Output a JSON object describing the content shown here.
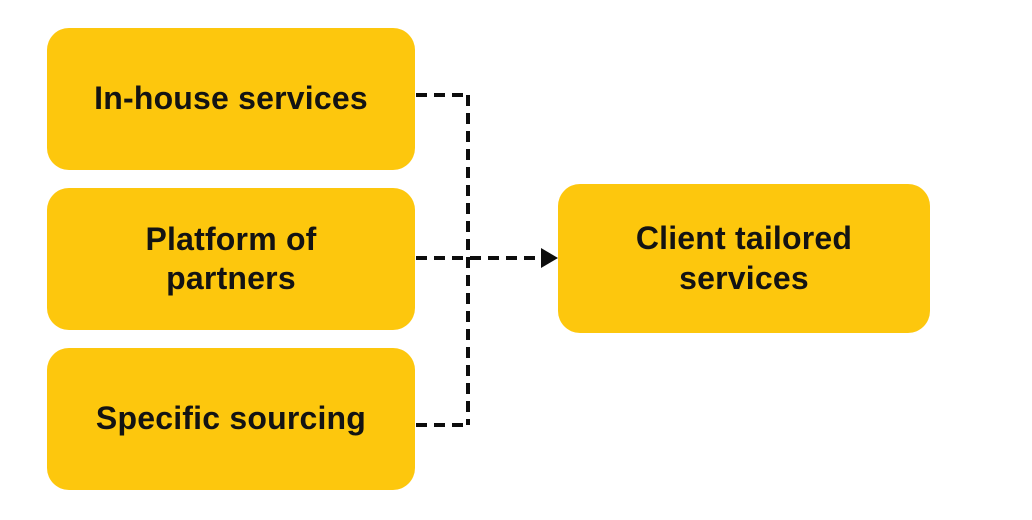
{
  "diagram": {
    "type": "flow-diagram",
    "colors": {
      "background": "#ffffff",
      "box_fill": "#fdc70d",
      "text": "#131313",
      "connector": "#0d0d0d"
    },
    "sources": [
      {
        "label": "In-house services"
      },
      {
        "label": "Platform of\npartners"
      },
      {
        "label": "Specific sourcing"
      }
    ],
    "target": {
      "label": "Client tailored\nservices"
    },
    "connector_style": "dashed",
    "arrow": "right-into-target"
  }
}
